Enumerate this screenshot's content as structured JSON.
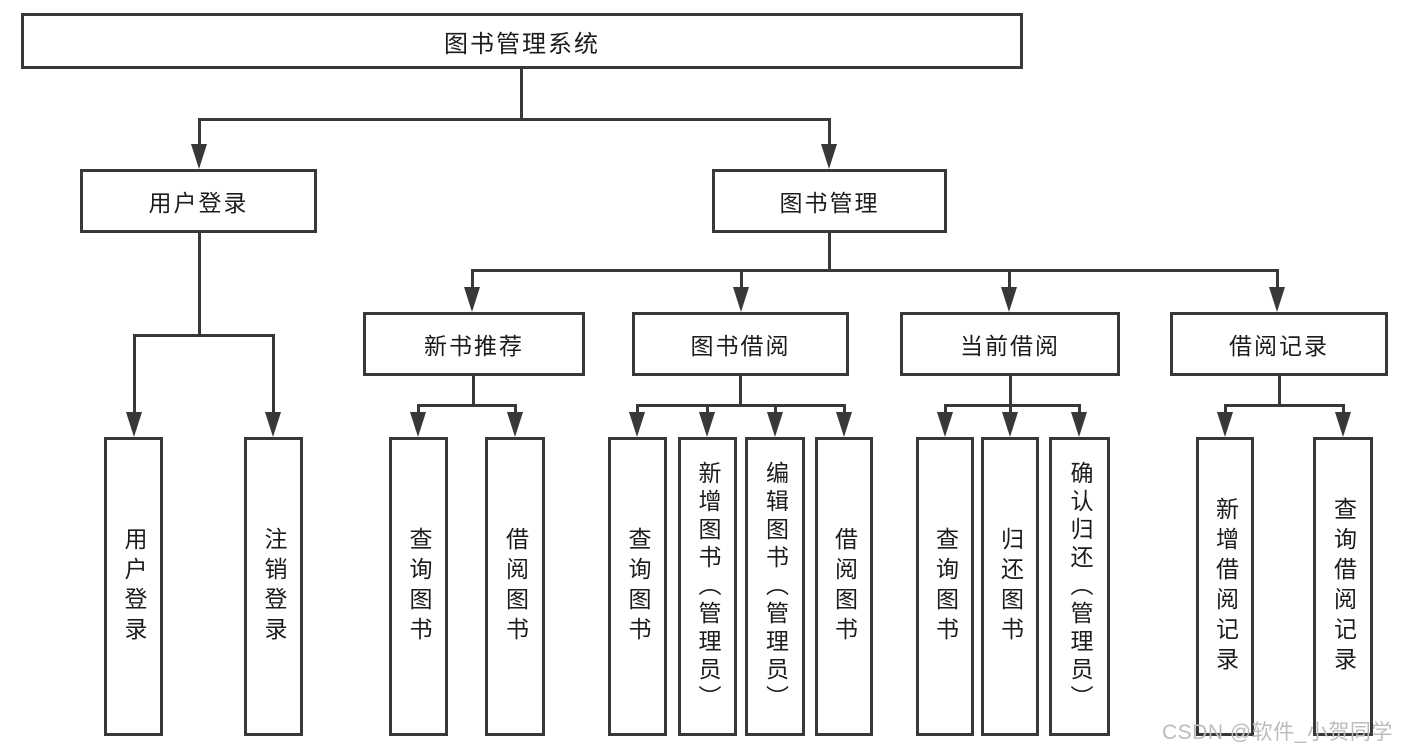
{
  "diagram_title": "图书管理系统",
  "tree": {
    "root": {
      "label": "图书管理系统"
    },
    "level2": {
      "user_login": {
        "label": "用户登录"
      },
      "book_mgmt": {
        "label": "图书管理"
      }
    },
    "level3": {
      "new_book_recommend": {
        "label": "新书推荐"
      },
      "book_borrow": {
        "label": "图书借阅"
      },
      "current_borrow": {
        "label": "当前借阅"
      },
      "borrow_records": {
        "label": "借阅记录"
      }
    },
    "leaves": {
      "user_login_login": {
        "label": "用户登录"
      },
      "user_login_logout": {
        "label": "注销登录"
      },
      "new_book_query": {
        "label": "查询图书"
      },
      "new_book_borrow": {
        "label": "借阅图书"
      },
      "borrow_query": {
        "label": "查询图书"
      },
      "borrow_add_admin": {
        "label": "新增图书（管理员）"
      },
      "borrow_edit_admin": {
        "label": "编辑图书（管理员）"
      },
      "borrow_borrow": {
        "label": "借阅图书"
      },
      "current_query": {
        "label": "查询图书"
      },
      "current_return": {
        "label": "归还图书"
      },
      "current_confirm_admin": {
        "label": "确认归还（管理员）"
      },
      "records_add": {
        "label": "新增借阅记录"
      },
      "records_query": {
        "label": "查询借阅记录"
      }
    }
  },
  "watermark": {
    "text": "CSDN @软件_小贺同学"
  },
  "colors": {
    "line": "#383838",
    "text": "#1c1c1c",
    "watermark": "#bcbcbc",
    "background": "#ffffff"
  }
}
